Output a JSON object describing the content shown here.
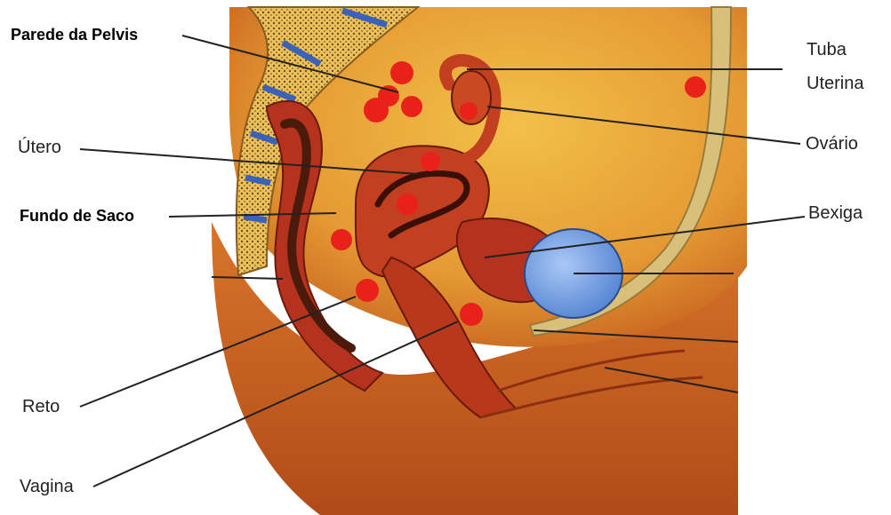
{
  "labels": {
    "parede_da_pelvis": "Parede da Pelvis",
    "utero": "Útero",
    "fundo_de_saco": "Fundo de Saco",
    "reto": "Reto",
    "vagina": "Vagina",
    "tuba_uterina_line1": "Tuba",
    "tuba_uterina_line2": "Uterina",
    "ovario": "Ovário",
    "bexiga": "Bexiga"
  },
  "colors": {
    "background": "#ffffff",
    "body_orange": "#e8a33a",
    "body_dark": "#b8521c",
    "organ_red": "#b5321e",
    "organ_inner": "#e0782a",
    "bladder_blue": "#6f9fe0",
    "spine_yellow": "#f2d36b",
    "spine_blue": "#3a62b8",
    "marker_red": "#e8221a",
    "leader_line": "#222222"
  }
}
